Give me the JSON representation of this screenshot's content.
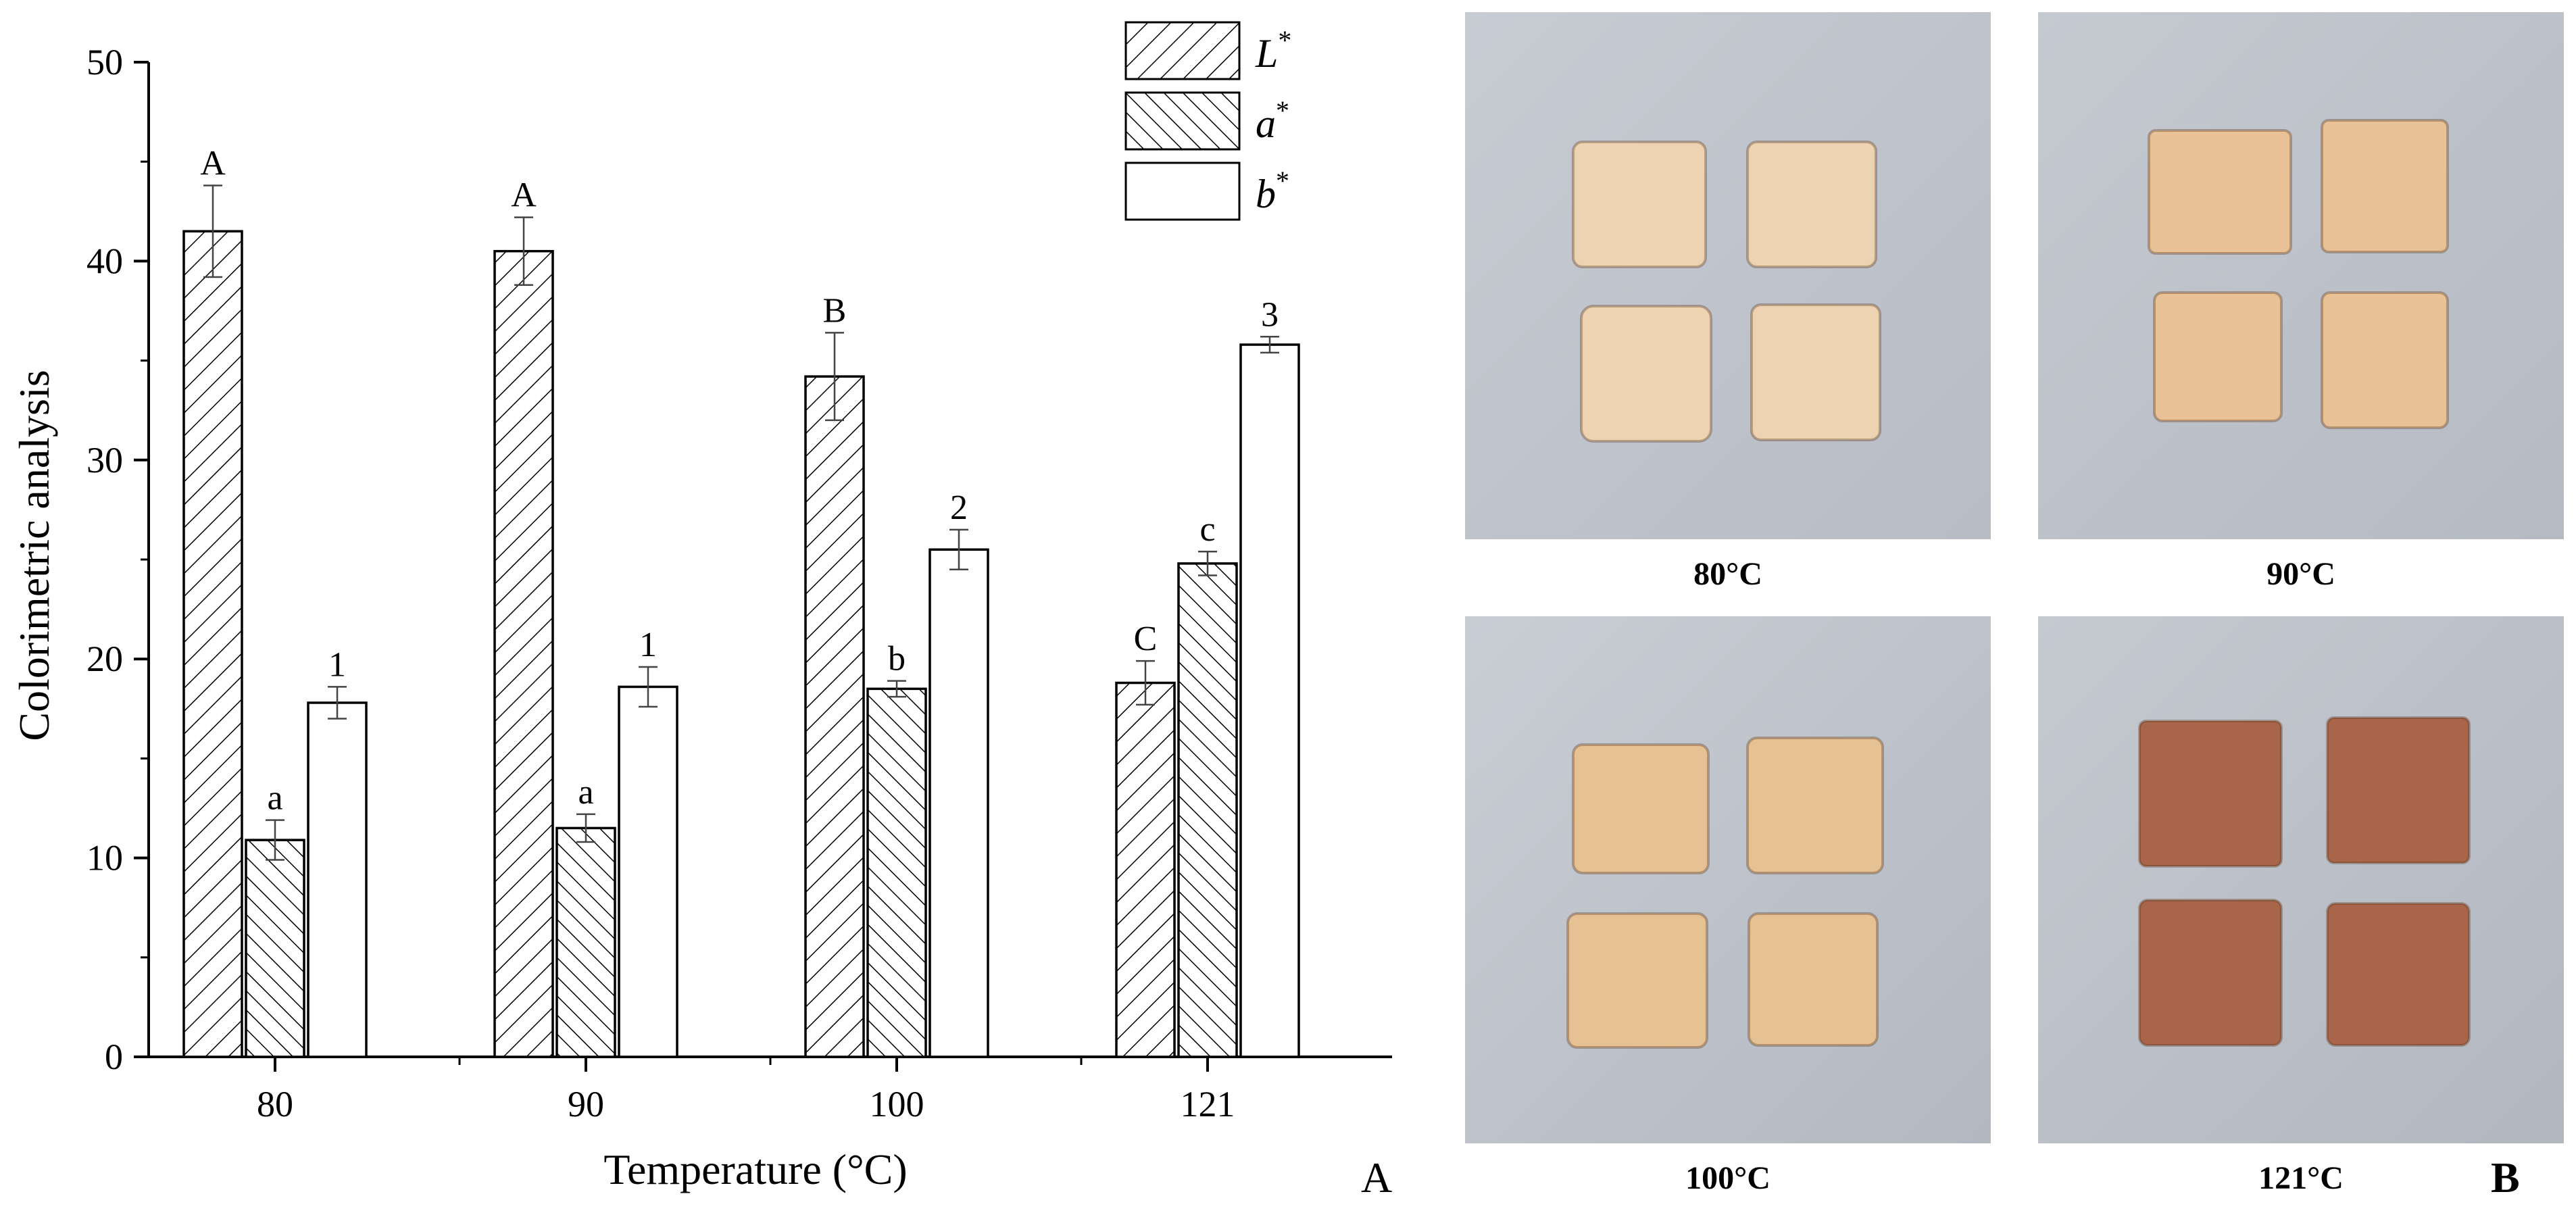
{
  "chart_data": {
    "type": "bar",
    "categories": [
      "80",
      "90",
      "100",
      "121"
    ],
    "xlabel": "Temperature (°C)",
    "ylabel": "Colorimetric analysis",
    "ylim": [
      0,
      50
    ],
    "yticks": [
      "0",
      "10",
      "20",
      "30",
      "40",
      "50"
    ],
    "grid": false,
    "legend_position": "top-right",
    "series": [
      {
        "name": "L*",
        "base": "L",
        "sup": "*",
        "pattern": "backslash-hatch",
        "values": [
          41.5,
          40.5,
          34.2,
          18.8
        ],
        "errors": [
          2.3,
          1.7,
          2.2,
          1.1
        ],
        "letters": [
          "A",
          "A",
          "B",
          "C"
        ]
      },
      {
        "name": "a*",
        "base": "a",
        "sup": "*",
        "pattern": "slash-hatch",
        "values": [
          10.9,
          11.5,
          18.5,
          24.8
        ],
        "errors": [
          1.0,
          0.7,
          0.4,
          0.6
        ],
        "letters": [
          "a",
          "a",
          "b",
          "c"
        ]
      },
      {
        "name": "b*",
        "base": "b",
        "sup": "*",
        "pattern": "white",
        "values": [
          17.8,
          18.6,
          25.5,
          35.8
        ],
        "errors": [
          0.8,
          1.0,
          1.0,
          0.4
        ],
        "letters": [
          "1",
          "1",
          "2",
          "3"
        ]
      }
    ]
  },
  "panel_a_label": "A",
  "panel_b_label": "B",
  "photos": [
    {
      "caption": "80°C",
      "color": "#eed3b2"
    },
    {
      "caption": "90°C",
      "color": "#e8c196"
    },
    {
      "caption": "100°C",
      "color": "#e6c193"
    },
    {
      "caption": "121°C",
      "color": "#a8654a"
    }
  ]
}
